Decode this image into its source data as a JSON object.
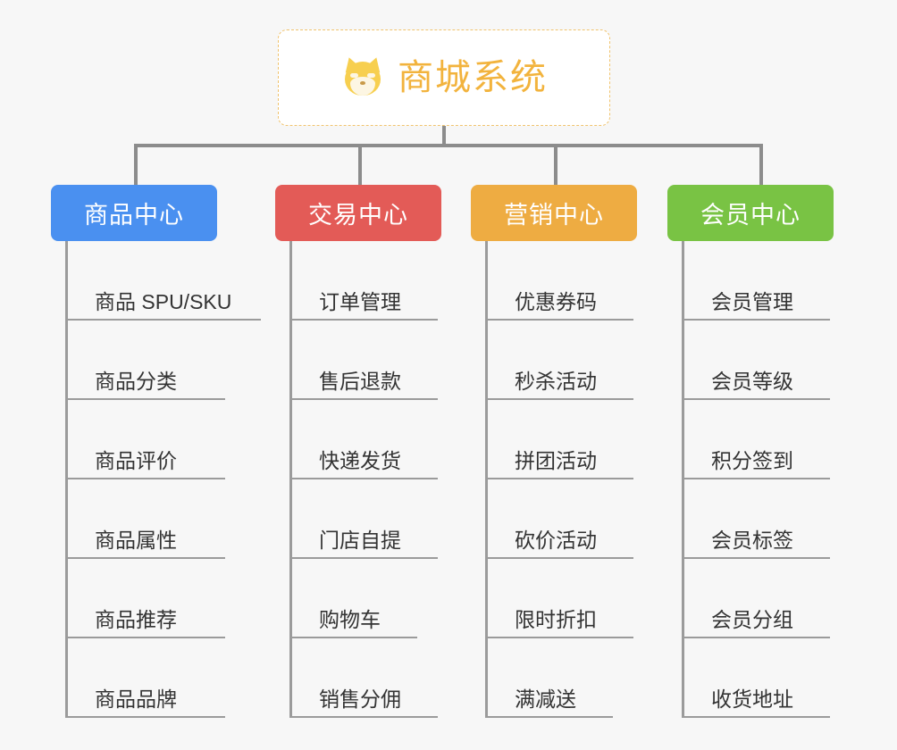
{
  "page": {
    "background_color": "#f7f7f7"
  },
  "root": {
    "title": "商城系统",
    "icon": "shiba-dog-icon",
    "border_color": "#f0c36d",
    "text_color": "#f2b33d",
    "background_color": "#ffffff"
  },
  "branches": [
    {
      "label": "商品中心",
      "color": "#4a90f0",
      "items": [
        "商品 SPU/SKU",
        "商品分类",
        "商品评价",
        "商品属性",
        "商品推荐",
        "商品品牌"
      ]
    },
    {
      "label": "交易中心",
      "color": "#e35b57",
      "items": [
        "订单管理",
        "售后退款",
        "快递发货",
        "门店自提",
        "购物车",
        "销售分佣"
      ]
    },
    {
      "label": "营销中心",
      "color": "#eeac42",
      "items": [
        "优惠券码",
        "秒杀活动",
        "拼团活动",
        "砍价活动",
        "限时折扣",
        "满减送"
      ]
    },
    {
      "label": "会员中心",
      "color": "#79c344",
      "items": [
        "会员管理",
        "会员等级",
        "积分签到",
        "会员标签",
        "会员分组",
        "收货地址"
      ]
    }
  ]
}
